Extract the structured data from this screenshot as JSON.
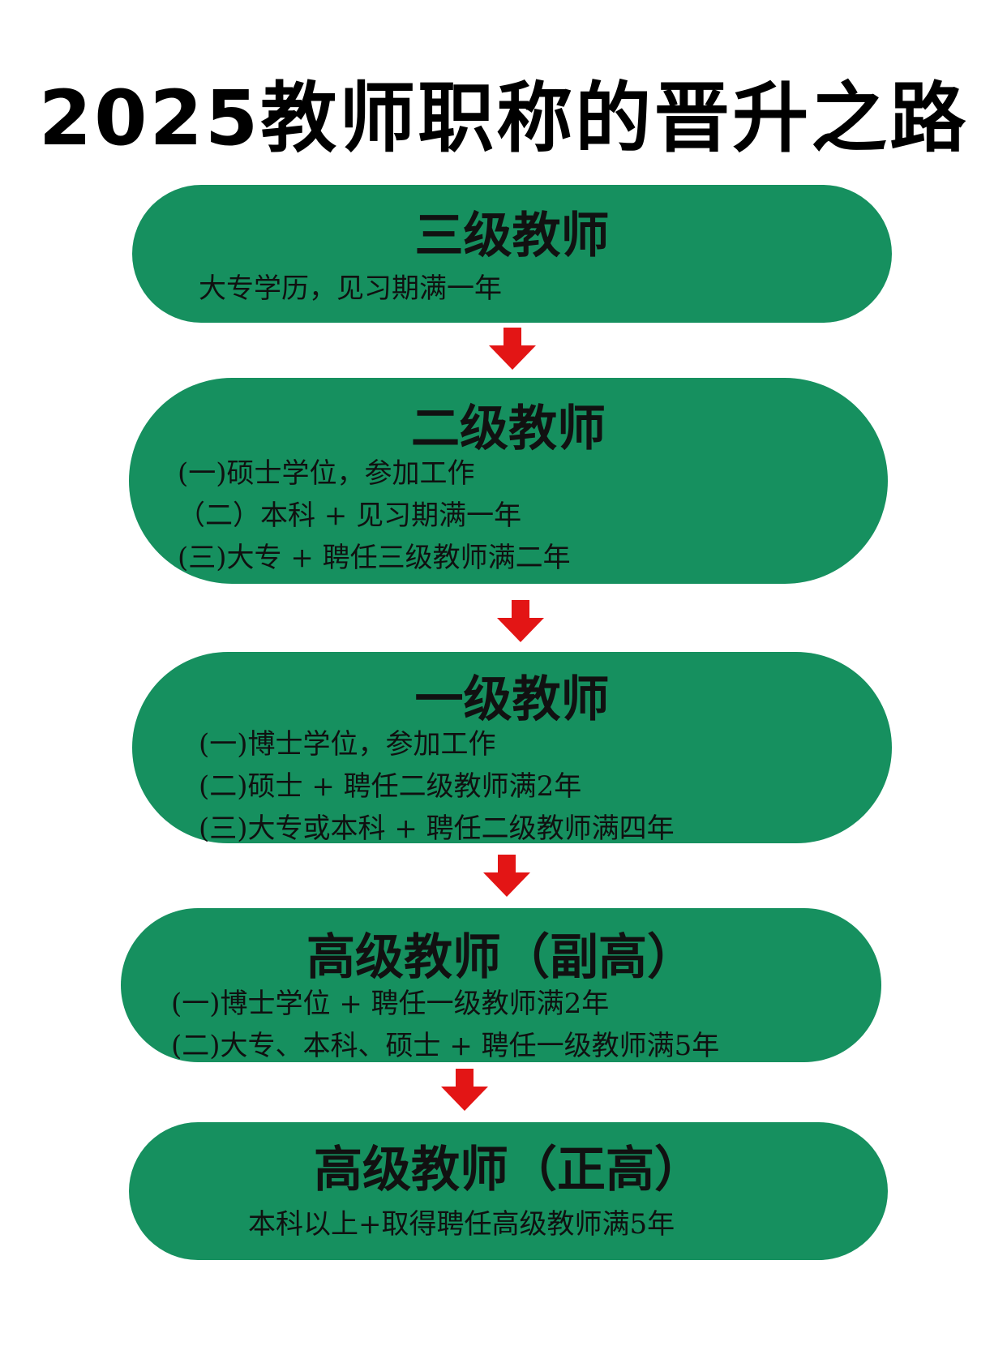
{
  "title": "2025教师职称的晋升之路",
  "colors": {
    "pill": "#16905f",
    "arrow": "#e31515",
    "text": "#111111"
  },
  "levels": [
    {
      "name": "三级教师",
      "requirements": [
        "大专学历，见习期满一年"
      ]
    },
    {
      "name": "二级教师",
      "requirements": [
        "(一)硕士学位，参加工作",
        "（二）本科 + 见习期满一年",
        "(三)大专 + 聘任三级教师满二年"
      ]
    },
    {
      "name": "一级教师",
      "requirements": [
        "(一)博士学位，参加工作",
        "(二)硕士 + 聘任二级教师满2年",
        "(三)大专或本科 + 聘任二级教师满四年"
      ]
    },
    {
      "name": "高级教师（副高）",
      "requirements": [
        "(一)博士学位 + 聘任一级教师满2年",
        "(二)大专、本科、硕士 + 聘任一级教师满5年"
      ]
    },
    {
      "name": "高级教师（正高）",
      "requirements": [
        "本科以上+取得聘任高级教师满5年"
      ]
    }
  ]
}
